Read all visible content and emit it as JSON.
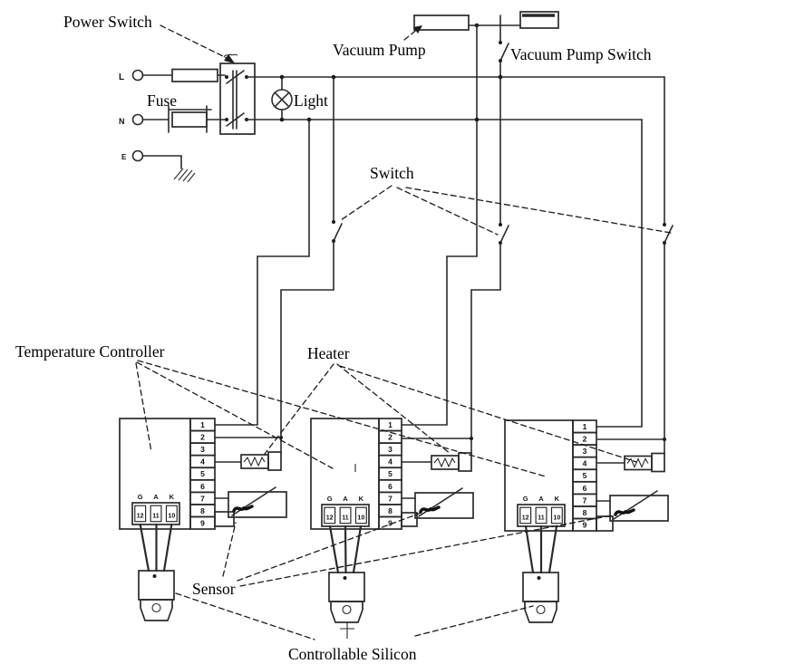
{
  "labels": {
    "power_switch": "Power Switch",
    "fuse": "Fuse",
    "light": "Light",
    "vacuum_pump": "Vacuum Pump",
    "vacuum_pump_switch": "Vacuum Pump Switch",
    "switch": "Switch",
    "temperature_controller": "Temperature Controller",
    "heater": "Heater",
    "sensor": "Sensor",
    "controllable_silicon": "Controllable Silicon"
  },
  "power_input": {
    "terminals": [
      "L",
      "N",
      "E"
    ]
  },
  "temperature_controller_block": {
    "count": 3,
    "terminal_strip_numbers": [
      "1",
      "2",
      "3",
      "4",
      "5",
      "6",
      "7",
      "8",
      "9"
    ],
    "output_terminal_letters": [
      "G",
      "A",
      "K"
    ],
    "output_terminal_numbers": [
      "12",
      "11",
      "10"
    ]
  },
  "colors": {
    "ink": "#2b2b2b",
    "label": "#000000",
    "background": "#ffffff"
  }
}
